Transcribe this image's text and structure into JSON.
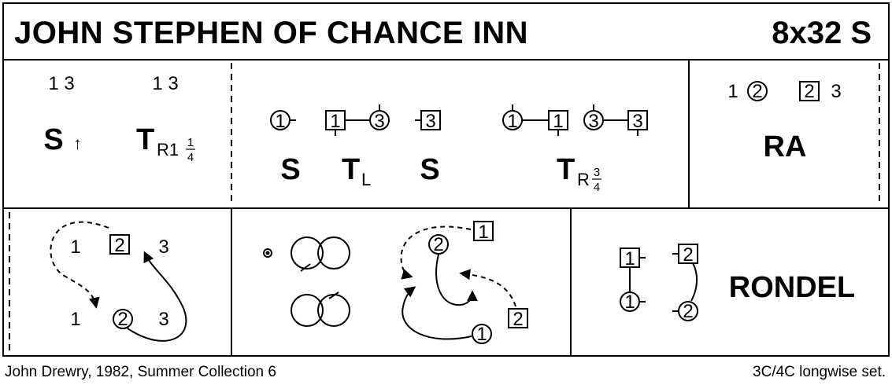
{
  "header": {
    "title": "JOHN STEPHEN OF CHANCE INN",
    "code": "8x32 S"
  },
  "footer": {
    "credit": "John Drewry, 1982, Summer Collection 6",
    "set": "3C/4C longwise set."
  },
  "bar1": {
    "left_nums": "1 3",
    "right_nums": "1 3",
    "s_label": "S",
    "s_arrow": "↑",
    "t_label": "T",
    "t_sub": "R1",
    "t_frac_num": "1",
    "t_frac_den": "4"
  },
  "bar2": {
    "n1": "1",
    "n3": "3",
    "n1b": "1",
    "n3b": "3",
    "s1": "S",
    "t_label": "T",
    "t_sub": "L",
    "s2": "S",
    "t2_label": "T",
    "t2_sub": "R",
    "t2_frac_num": "3",
    "t2_frac_den": "4"
  },
  "bar3": {
    "n1": "1",
    "n2": "2",
    "n2b": "2",
    "n3": "3",
    "label": "RA"
  },
  "bar4": {
    "n1a": "1",
    "n2a": "2",
    "n3a": "3",
    "n1b": "1",
    "n2b": "2",
    "n3b": "3"
  },
  "bar6": {
    "n2": "2",
    "n1": "1",
    "n2b": "2",
    "n1b": "1"
  },
  "bar7": {
    "n1": "1",
    "n2": "2",
    "n1b": "1",
    "n2b": "2",
    "label": "RONDEL"
  }
}
